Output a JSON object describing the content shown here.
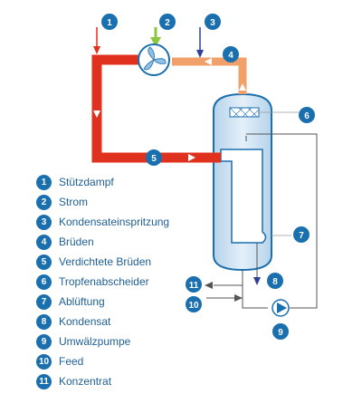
{
  "legend": [
    {
      "num": "1",
      "label": "Stützdampf"
    },
    {
      "num": "2",
      "label": "Strom"
    },
    {
      "num": "3",
      "label": "Kondensateinspritzung"
    },
    {
      "num": "4",
      "label": "Brüden"
    },
    {
      "num": "5",
      "label": "Verdichtete Brüden"
    },
    {
      "num": "6",
      "label": "Tropfenabscheider"
    },
    {
      "num": "7",
      "label": "Ablüftung"
    },
    {
      "num": "8",
      "label": "Kondensat"
    },
    {
      "num": "9",
      "label": "Umwälzpumpe"
    },
    {
      "num": "10",
      "label": "Feed"
    },
    {
      "num": "11",
      "label": "Konzentrat"
    }
  ],
  "colors": {
    "badge": "#1a6fae",
    "steam_red": "#e0301e",
    "vapor_orange": "#f0a068",
    "electric_green": "#8dc63f",
    "condensate_blue": "#2d3f99",
    "vessel_fill": "#cfe3f3",
    "line_gray": "#555555"
  }
}
